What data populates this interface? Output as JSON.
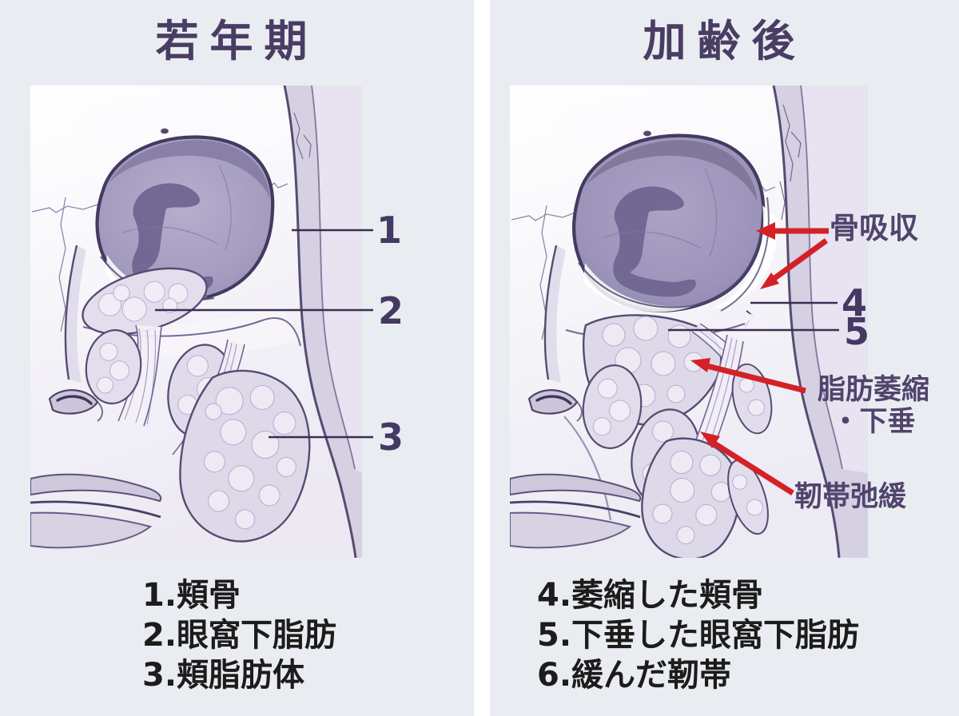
{
  "colors": {
    "background": "#e9edf2",
    "divider": "#ffffff",
    "title": "#4a3d63",
    "numbers": "#443963",
    "callout_line": "#382f52",
    "arrow_red": "#d42127",
    "annotation_label": "#51446c",
    "legend_text": "#1e1b1b",
    "bone_light": "#f6f4fa",
    "orbit_fill": "#a49cc0",
    "orbit_shadow": "#6f6692",
    "fat_pad": "#ded9e9",
    "outline_purple": "#564b73"
  },
  "left_panel": {
    "title": "若年期",
    "callouts": [
      "1",
      "2",
      "3"
    ],
    "legend": [
      "1.頬骨",
      "2.眼窩下脂肪",
      "3.頬脂肪体"
    ]
  },
  "right_panel": {
    "title": "加齢後",
    "callouts": [
      "4",
      "5"
    ],
    "annotations": {
      "bone_resorption": "骨吸収",
      "fat_atrophy_line1": "脂肪萎縮",
      "fat_atrophy_line2": "・下垂",
      "ligament_laxity": "靭帯弛緩"
    },
    "legend": [
      "4.萎縮した頬骨",
      "5.下垂した眼窩下脂肪",
      "6.緩んだ靭帯"
    ]
  }
}
